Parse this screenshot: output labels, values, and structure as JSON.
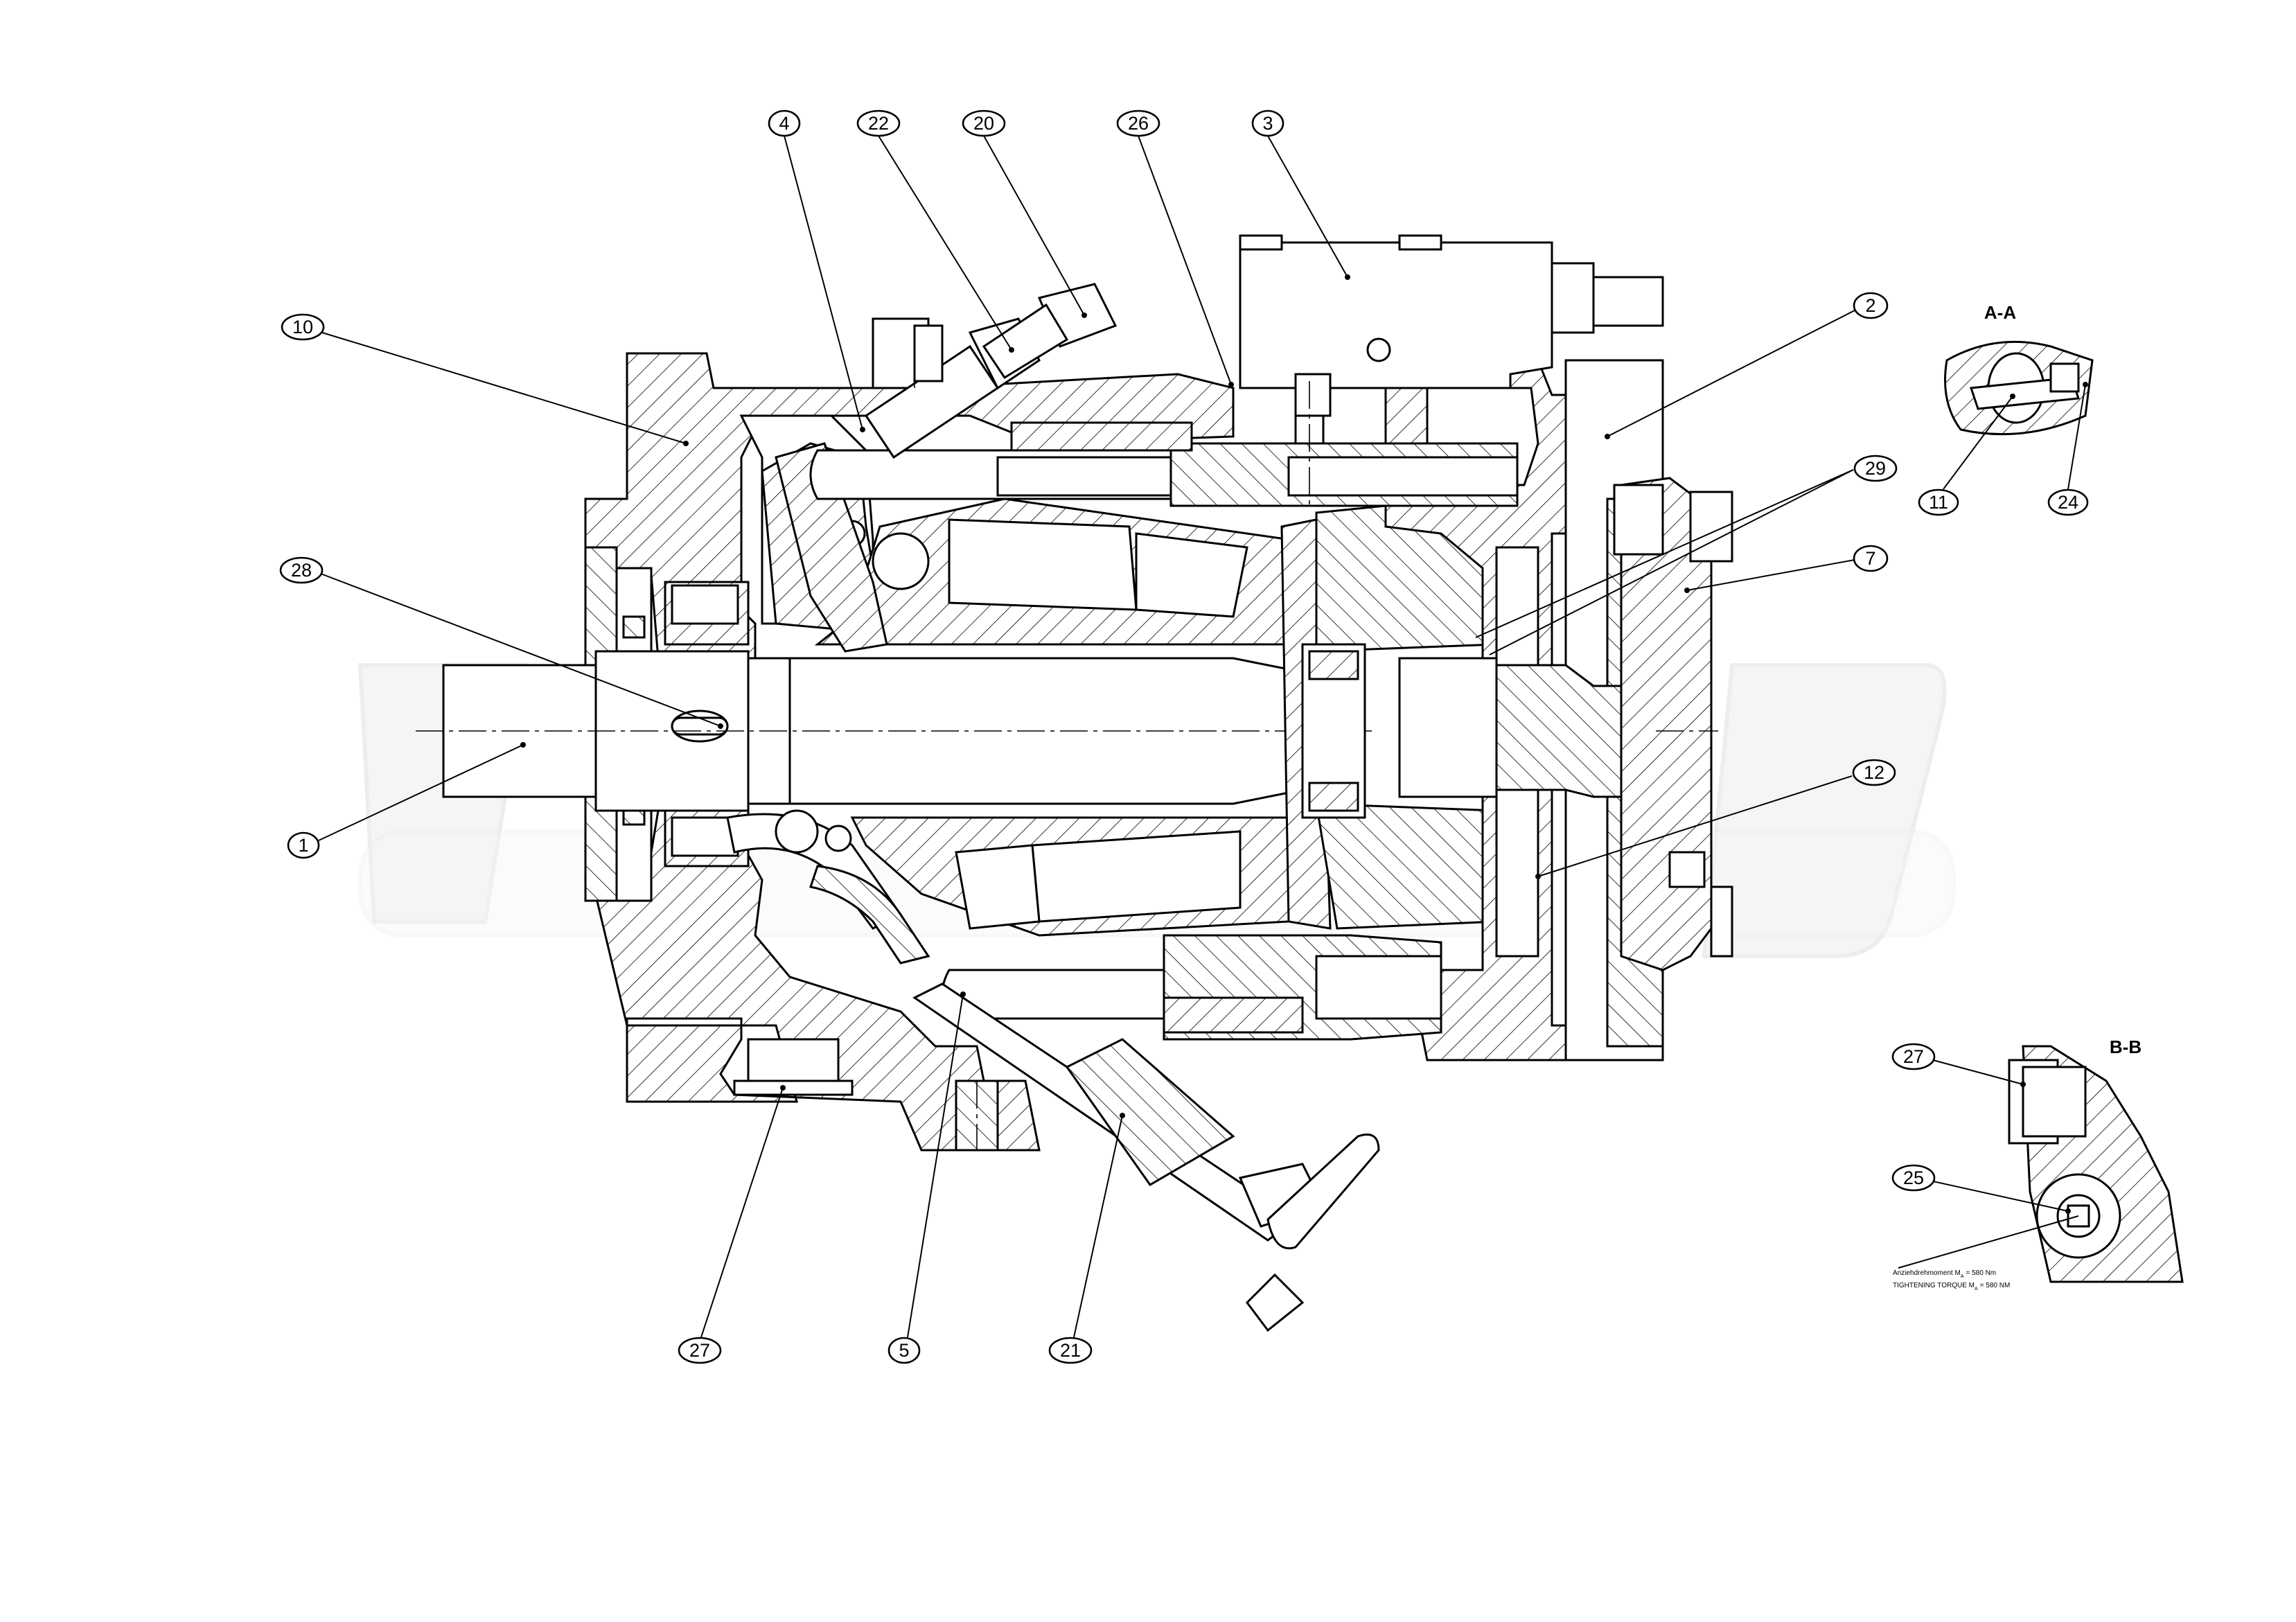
{
  "callouts": [
    {
      "label": "4"
    },
    {
      "label": "22"
    },
    {
      "label": "20"
    },
    {
      "label": "26"
    },
    {
      "label": "3"
    },
    {
      "label": "10"
    },
    {
      "label": "2"
    },
    {
      "label": "29"
    },
    {
      "label": "7"
    },
    {
      "label": "28"
    },
    {
      "label": "1"
    },
    {
      "label": "12"
    },
    {
      "label": "27"
    },
    {
      "label": "5"
    },
    {
      "label": "21"
    }
  ],
  "detail_aa": {
    "title": "A-A",
    "callouts": [
      {
        "label": "11"
      },
      {
        "label": "24"
      }
    ]
  },
  "detail_bb": {
    "title": "B-B",
    "callouts": [
      {
        "label": "27"
      },
      {
        "label": "25"
      }
    ],
    "torque_note_de": "Anziehdrehmoment M",
    "torque_note_de_sub": "A",
    "torque_note_de_val": "= 580 Nm",
    "torque_note_en": "TIGHTENING TORQUE M",
    "torque_note_en_sub": "A",
    "torque_note_en_val": "= 580 NM"
  },
  "colors": {
    "line": "#000000",
    "background": "#ffffff",
    "watermark": "#f0f0f0"
  }
}
